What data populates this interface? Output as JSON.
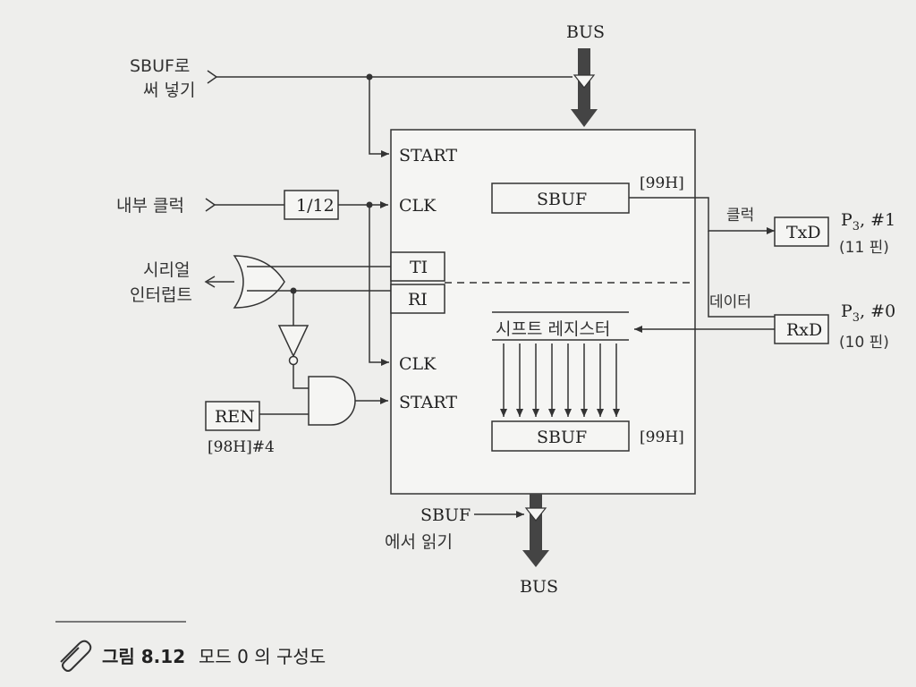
{
  "labels": {
    "bus_top": "BUS",
    "bus_bottom": "BUS",
    "sbuf_write_1": "SBUF로",
    "sbuf_write_2": "써 넣기",
    "internal_clock": "내부 클럭",
    "divider": "1/12",
    "serial_int_1": "시리얼",
    "serial_int_2": "인터럽트",
    "start_top": "START",
    "clk_top": "CLK",
    "ti": "TI",
    "ri": "RI",
    "clk_bottom": "CLK",
    "start_bottom": "START",
    "ren": "REN",
    "ren_addr": "[98H]#4",
    "sbuf_tx": "SBUF",
    "sbuf_tx_addr": "[99H]",
    "shift_register": "시프트 레지스터",
    "sbuf_rx": "SBUF",
    "sbuf_rx_addr": "[99H]",
    "clock_out": "클럭",
    "data_in": "데이터",
    "txd": "TxD",
    "rxd": "RxD",
    "p3_txd_p": "P",
    "p3_txd_sub": "3",
    "p3_txd_pin": ", #1",
    "p3_txd_note": "(11 핀)",
    "p3_rxd_p": "P",
    "p3_rxd_sub": "3",
    "p3_rxd_pin": ", #0",
    "p3_rxd_note": "(10 핀)",
    "sbuf_read_1": "SBUF",
    "sbuf_read_2": "에서 읽기"
  },
  "caption": {
    "figure": "그림 8.12",
    "title": "모드 0 의 구성도"
  },
  "colors": {
    "background": "#eeeeec",
    "line": "#333333",
    "bus_arrow": "#444444"
  }
}
